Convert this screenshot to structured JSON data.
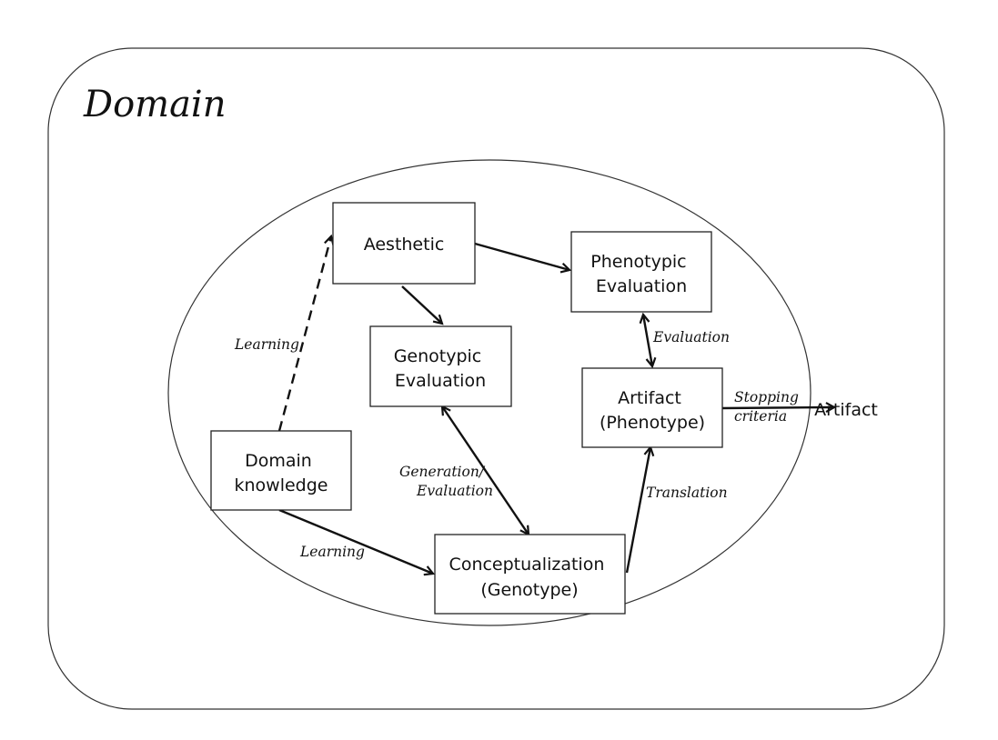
{
  "diagram": {
    "container_title": "Domain",
    "nodes": {
      "aesthetic": [
        "Aesthetic"
      ],
      "phenotypic_evaluation": [
        "Phenotypic",
        "Evaluation"
      ],
      "genotypic_evaluation": [
        "Genotypic",
        "Evaluation"
      ],
      "artifact_phenotype": [
        "Artifact",
        "(Phenotype)"
      ],
      "domain_knowledge": [
        "Domain",
        "knowledge"
      ],
      "conceptualization": [
        "Conceptualization",
        "(Genotype)"
      ],
      "artifact_output": [
        "Artifact"
      ]
    },
    "edges": {
      "learning_dashed": "Learning",
      "learning_solid": "Learning",
      "generation_evaluation": [
        "Generation/",
        "Evaluation"
      ],
      "evaluation": "Evaluation",
      "translation": "Translation",
      "stopping_criteria": [
        "Stopping",
        "criteria"
      ]
    }
  }
}
